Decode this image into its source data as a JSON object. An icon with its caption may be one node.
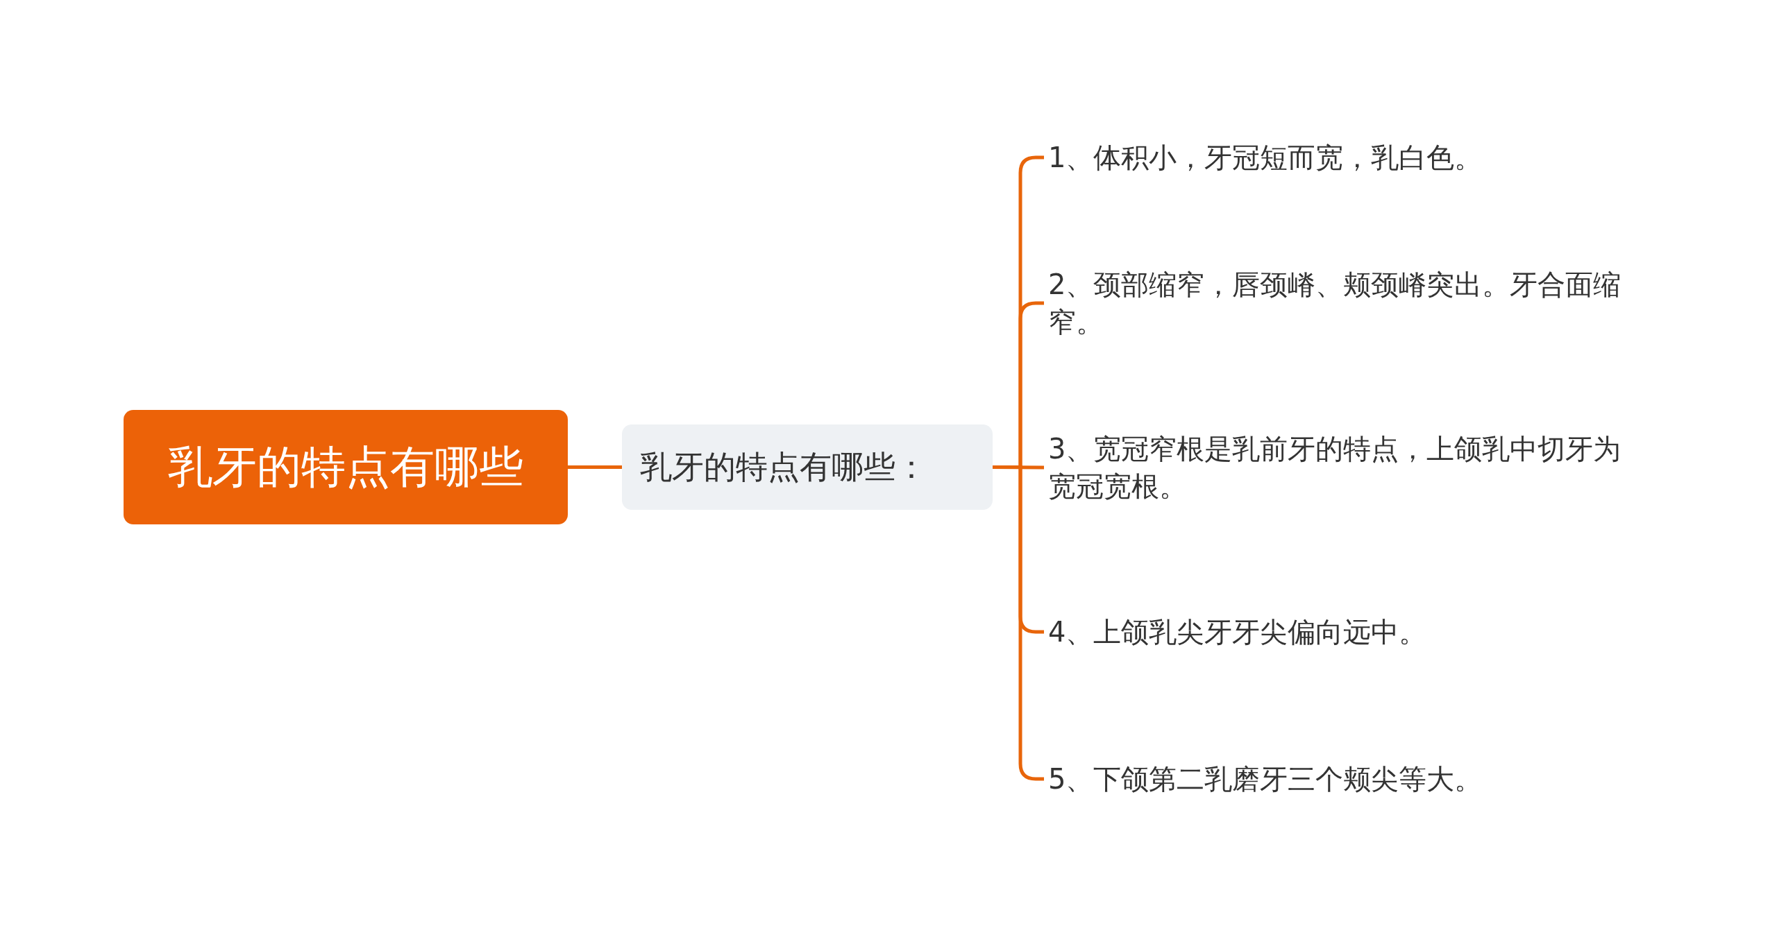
{
  "diagram": {
    "nodes": [
      {
        "text": [
          "乳牙的特点有哪些"
        ]
      },
      {
        "text": [
          "乳牙的特点有哪些："
        ]
      },
      {
        "text": [
          "1、体积小，牙冠短而宽，乳白色。"
        ]
      },
      {
        "text": [
          "2、颈部缩窄，唇颈嵴、颊颈嵴突出。牙合面缩窄。"
        ]
      },
      {
        "text": [
          "3、宽冠窄根是乳前牙的特点，上颌乳中切牙为宽冠宽根。"
        ]
      },
      {
        "text": [
          "4、上颌乳尖牙牙尖偏向远中。"
        ]
      },
      {
        "text": [
          "5、下颌第二乳磨牙三个颊尖等大。"
        ]
      }
    ],
    "edges": [
      {
        "from": 0,
        "to": 1,
        "arrow": "none"
      },
      {
        "from": 1,
        "to": 2,
        "arrow": "none"
      },
      {
        "from": 1,
        "to": 3,
        "arrow": "none"
      },
      {
        "from": 1,
        "to": 4,
        "arrow": "none"
      },
      {
        "from": 1,
        "to": 5,
        "arrow": "none"
      },
      {
        "from": 1,
        "to": 6,
        "arrow": "none"
      }
    ]
  }
}
